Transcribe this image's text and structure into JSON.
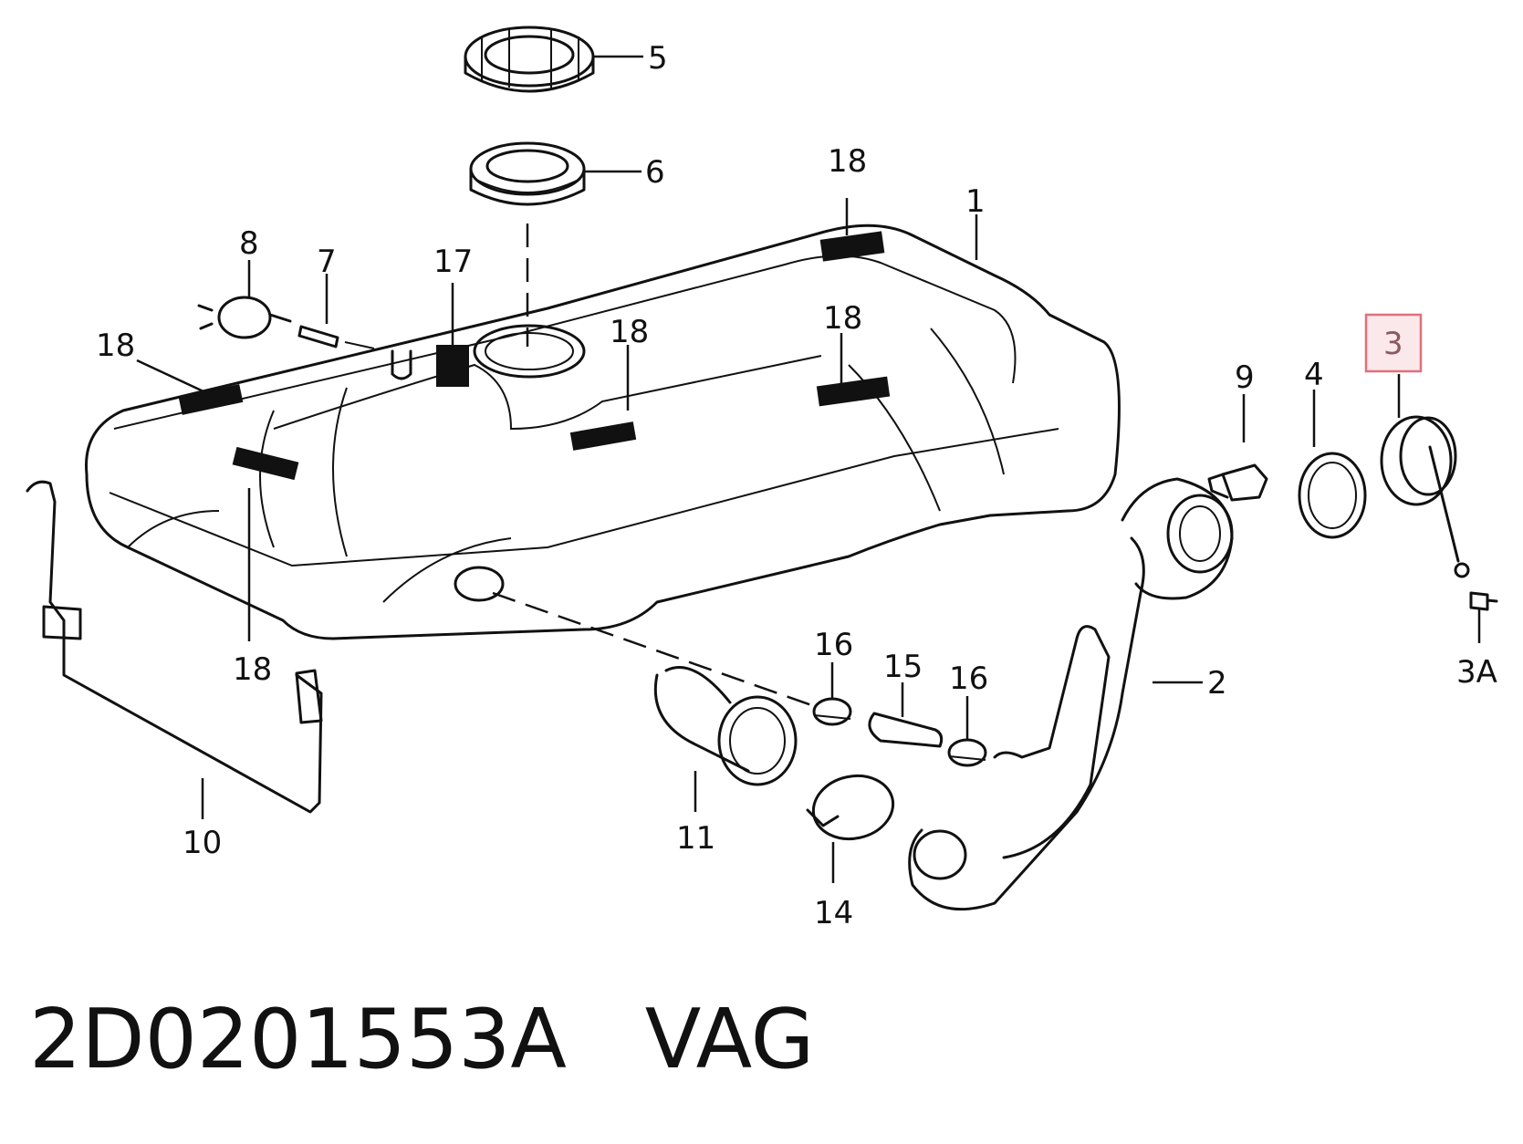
{
  "callouts": {
    "c5": "5",
    "c6": "6",
    "c18_top": "18",
    "c1": "1",
    "c8": "8",
    "c7": "7",
    "c17": "17",
    "c18_left": "18",
    "c18_center": "18",
    "c18_right": "18",
    "c3": "3",
    "c9": "9",
    "c4": "4",
    "c3a": "3A",
    "c16_left": "16",
    "c15": "15",
    "c16_right": "16",
    "c2": "2",
    "c18_bottom": "18",
    "c10": "10",
    "c11": "11",
    "c14": "14"
  },
  "highlighted_part": "3",
  "highlight_color": "#e0707c",
  "caption": "2D0201553A   VAG"
}
